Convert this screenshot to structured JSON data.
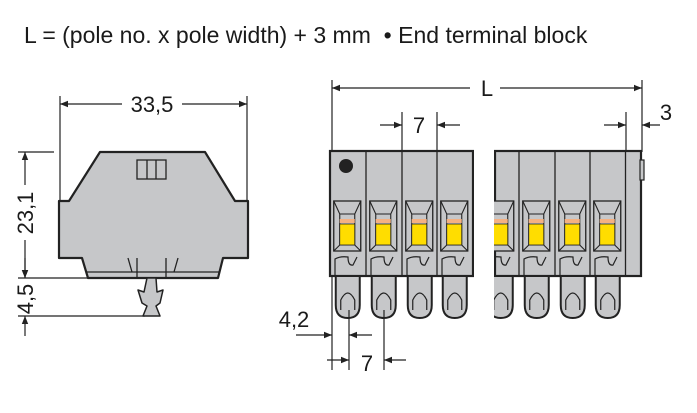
{
  "caption": {
    "formula": "L = (pole no. x pole width) + 3 mm",
    "bullet": "•",
    "label": "End terminal block"
  },
  "dimensions": {
    "width": "33,5",
    "height": "23,1",
    "foot": "4,5",
    "length": "L",
    "pitch_top": "7",
    "end_plate": "3",
    "offset": "4,2",
    "pitch_bottom": "7"
  },
  "colors": {
    "housing": "#c6c7c9",
    "actuator": "#ffdd00",
    "actuator_stripe": "#f4b183",
    "outline": "#222222"
  }
}
